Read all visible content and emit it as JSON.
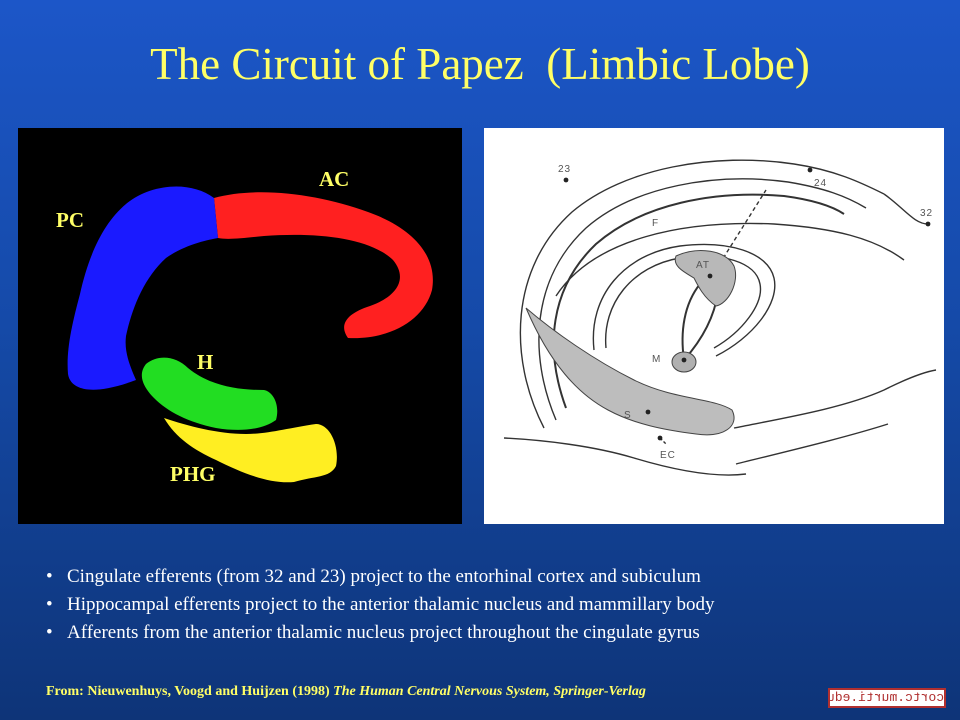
{
  "slide": {
    "title": "The Circuit of Papez  (Limbic Lobe)"
  },
  "left_figure": {
    "labels": {
      "pc": "PC",
      "ac": "AC",
      "h": "H",
      "phg": "PHG"
    },
    "colors": {
      "pc": "#1a1aff",
      "ac": "#ff2020",
      "h": "#22dd22",
      "phg": "#ffee22"
    }
  },
  "right_figure": {
    "labels": {
      "n23": "23",
      "n24": "24",
      "n32": "32",
      "f": "F",
      "at": "AT",
      "m": "M",
      "s": "S",
      "ec": "EC"
    }
  },
  "bullets": [
    "Cingulate efferents (from 32 and 23) project to the entorhinal cortex and subiculum",
    "Hippocampal efferents project to the anterior thalamic nucleus and mammillary body",
    "Afferents from the anterior thalamic nucleus project throughout the cingulate gyrus"
  ],
  "bullet_glyph": "•",
  "source": {
    "prefix": "From: Nieuwenhuys, Voogd and Huijzen (1998) ",
    "book": "The Human Central Nervous System,",
    "publisher": "  Springer-Verlag"
  },
  "badge": {
    "text": "cortc.murti.edu"
  }
}
